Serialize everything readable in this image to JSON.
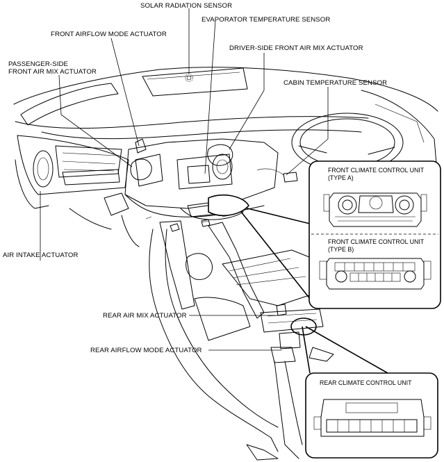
{
  "labels": {
    "solar_radiation_sensor": "SOLAR RADIATION SENSOR",
    "evaporator_temperature_sensor": "EVAPORATOR TEMPERATURE SENSOR",
    "front_airflow_mode_actuator": "FRONT AIRFLOW MODE ACTUATOR",
    "driver_side_front_air_mix_actuator": "DRIVER-SIDE FRONT AIR MIX ACTUATOR",
    "passenger_side_line1": "PASSENGER-SIDE",
    "passenger_side_line2": "FRONT AIR MIX ACTUATOR",
    "cabin_temperature_sensor": "CABIN TEMPERATURE SENSOR",
    "air_intake_actuator": "AIR INTAKE ACTUATOR",
    "rear_air_mix_actuator": "REAR AIR MIX ACTUATOR",
    "rear_airflow_mode_actuator": "REAR AIRFLOW MODE ACTUATOR"
  },
  "front_unit_box": {
    "type_a_line1": "FRONT CLIMATE CONTROL UNIT",
    "type_a_line2": "(TYPE A)",
    "type_b_line1": "FRONT CLIMATE CONTROL UNIT",
    "type_b_line2": "(TYPE B)"
  },
  "rear_unit_box": {
    "title": "REAR CLIMATE CONTROL UNIT"
  }
}
